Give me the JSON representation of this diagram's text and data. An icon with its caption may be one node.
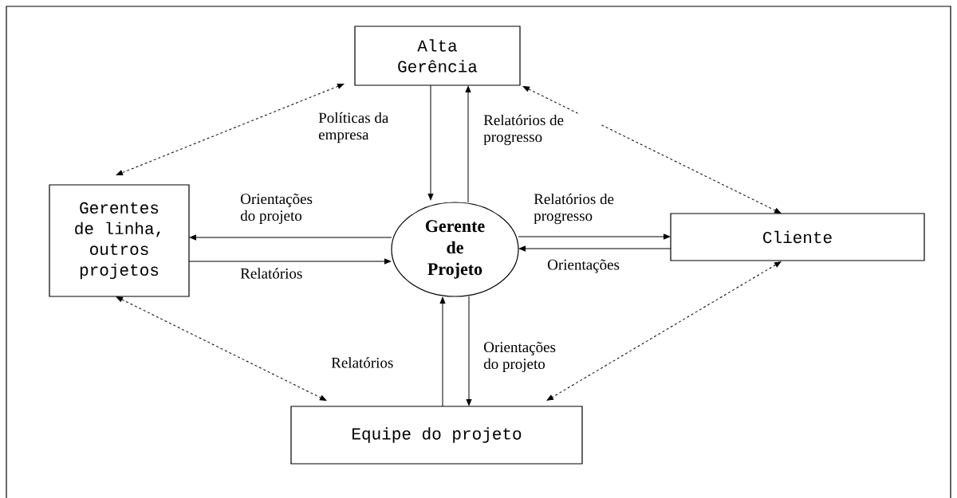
{
  "diagram": {
    "nodes": [
      {
        "text": [
          "Alta Gerência"
        ]
      },
      {
        "text": [
          "Gerentes de linha, outros projetos"
        ]
      },
      {
        "text": [
          "Gerente de Projeto"
        ]
      },
      {
        "text": [
          "Cliente"
        ]
      },
      {
        "text": [
          "Equipe do projeto"
        ]
      }
    ],
    "edges": [
      {
        "from": 0,
        "to": 2,
        "arrow": "to",
        "label": "Políticas da empresa"
      },
      {
        "from": 2,
        "to": 0,
        "arrow": "to",
        "label": "Relatórios de progresso"
      },
      {
        "from": 2,
        "to": 1,
        "arrow": "to",
        "label": "Orientações do projeto"
      },
      {
        "from": 1,
        "to": 2,
        "arrow": "to",
        "label": "Relatórios"
      },
      {
        "from": 2,
        "to": 3,
        "arrow": "to",
        "label": "Relatórios de progresso"
      },
      {
        "from": 3,
        "to": 2,
        "arrow": "to",
        "label": "Orientações"
      },
      {
        "from": 4,
        "to": 2,
        "arrow": "to",
        "label": "Relatórios"
      },
      {
        "from": 2,
        "to": 4,
        "arrow": "to",
        "label": "Orientações do projeto"
      },
      {
        "from": 0,
        "to": 1,
        "arrow": "both",
        "style": "dashed"
      },
      {
        "from": 0,
        "to": 3,
        "arrow": "both",
        "style": "dashed"
      },
      {
        "from": 1,
        "to": 4,
        "arrow": "both",
        "style": "dashed"
      },
      {
        "from": 3,
        "to": 4,
        "arrow": "both",
        "style": "dashed"
      }
    ]
  }
}
